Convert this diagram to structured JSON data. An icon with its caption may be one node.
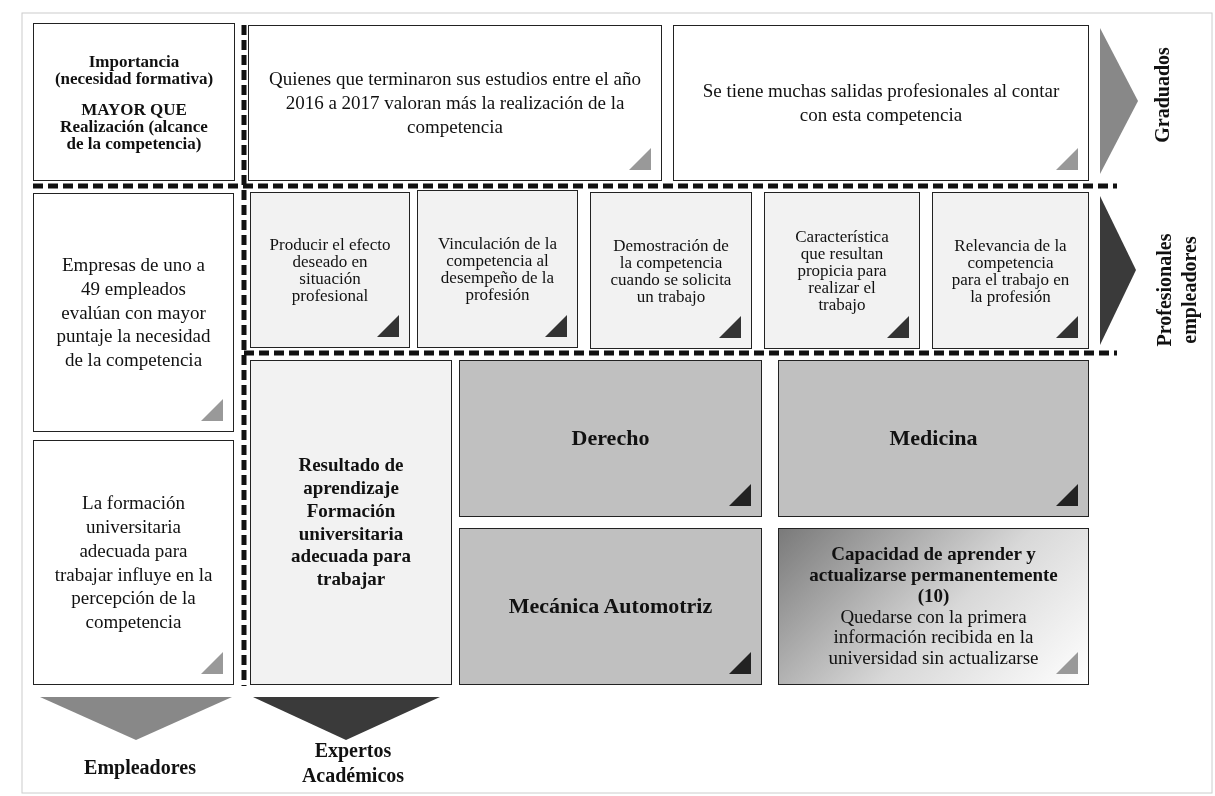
{
  "diagram": {
    "nodes": [
      {
        "text": [
          "Importancia (necesidad formativa)",
          "MAYOR QUE Realización (alcance de la competencia)"
        ]
      },
      {
        "text": [
          "Quienes que terminaron sus estudios entre el año 2016 a 2017 valoran más la realización de la competencia"
        ]
      },
      {
        "text": [
          "Se tiene muchas salidas profesionales al contar con esta competencia"
        ]
      },
      {
        "text": [
          "Empresas de uno a 49 empleados evalúan con mayor puntaje la necesidad de la competencia"
        ]
      },
      {
        "text": [
          "Producir el efecto deseado en situación profesional"
        ]
      },
      {
        "text": [
          "Vinculación de la competencia al desempeño de la profesión"
        ]
      },
      {
        "text": [
          "Demostración de la competencia cuando se solicita un trabajo"
        ]
      },
      {
        "text": [
          "Característica que resultan propicia para realizar el trabajo"
        ]
      },
      {
        "text": [
          "Relevancia de la competencia para el trabajo en la profesión"
        ]
      },
      {
        "text": [
          "Resultado de aprendizaje Formación universitaria adecuada para trabajar"
        ]
      },
      {
        "text": [
          "Derecho"
        ]
      },
      {
        "text": [
          "Medicina"
        ]
      },
      {
        "text": [
          "La formación universitaria adecuada para trabajar influye en la percepción de la competencia"
        ]
      },
      {
        "text": [
          "Mecánica Automotriz"
        ]
      },
      {
        "text": [
          "Capacidad de aprender y actualizarse permanentemente (10)",
          "Quedarse con la primera información recibida en la universidad sin actualizarse"
        ]
      }
    ],
    "labels": [
      "Graduados",
      "Profesionales empleadores",
      "Empleadores",
      "Expertos Académicos"
    ]
  }
}
